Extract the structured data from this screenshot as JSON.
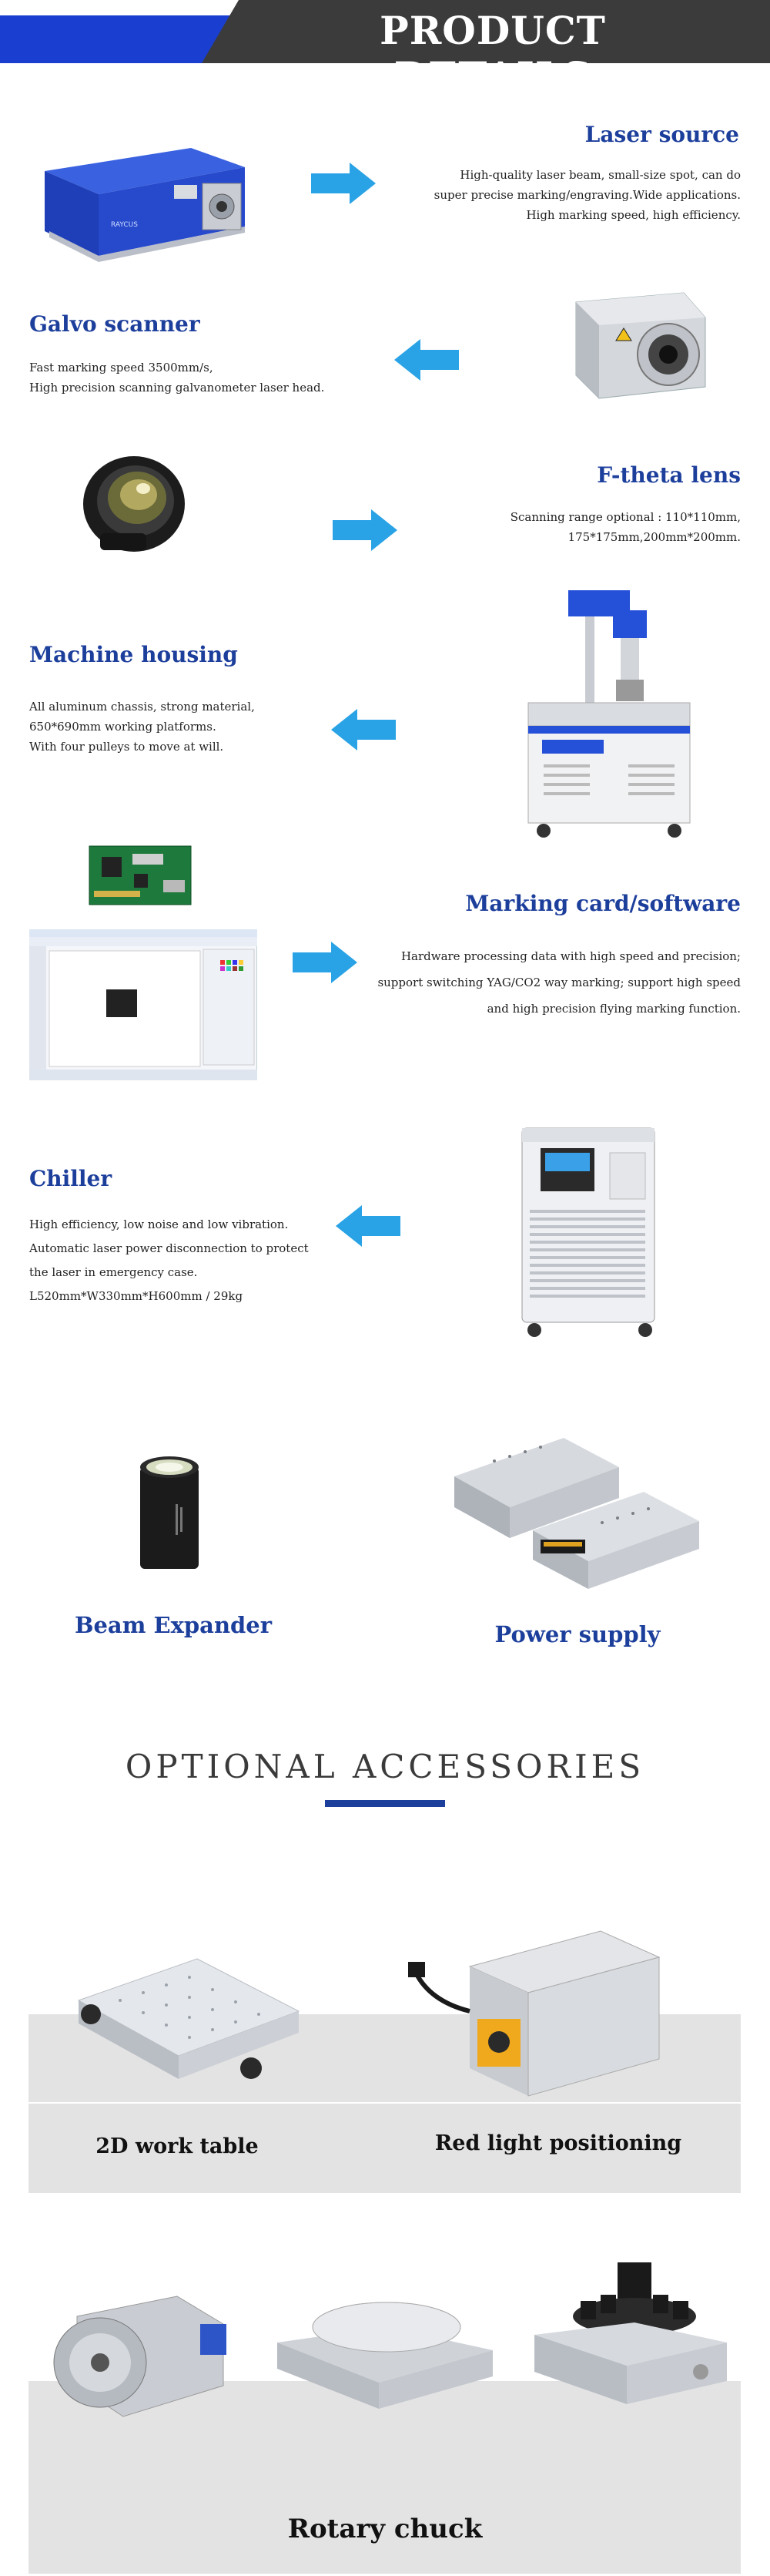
{
  "header": {
    "title": "PRODUCT DETAILS"
  },
  "sections": [
    {
      "title": "Laser source",
      "desc": [
        "High-quality laser beam, small-size spot, can do",
        "super precise marking/engraving.Wide applications.",
        "High marking speed, high efficiency."
      ]
    },
    {
      "title": "Galvo scanner",
      "desc": [
        "Fast marking speed 3500mm/s,",
        "High precision scanning galvanometer laser head."
      ]
    },
    {
      "title": "F-theta lens",
      "desc": [
        "Scanning range optional : 110*110mm,",
        "175*175mm,200mm*200mm."
      ]
    },
    {
      "title": "Machine housing",
      "desc": [
        "All aluminum chassis, strong material,",
        "650*690mm working platforms.",
        "With four pulleys to move at will."
      ]
    },
    {
      "title": "Marking card/software",
      "desc": [
        "Hardware processing data with high speed and precision;",
        "support switching YAG/CO2 way marking; support high speed",
        "and high precision flying marking function."
      ]
    },
    {
      "title": "Chiller",
      "desc": [
        "High efficiency, low noise and low vibration.",
        "Automatic laser power disconnection to protect",
        "the laser in emergency case.",
        "L520mm*W330mm*H600mm / 29kg"
      ]
    }
  ],
  "products": {
    "beam_expander": "Beam Expander",
    "power_supply": "Power supply"
  },
  "optional": {
    "title": "OPTIONAL ACCESSORIES",
    "items": [
      "2D work table",
      "Red light positioning",
      "Rotary chuck"
    ]
  },
  "colors": {
    "brand_blue": "#1a3fd0",
    "title_blue": "#1d3f9c",
    "arrow_blue": "#2aa3e6",
    "banner_dark": "#3b3b3b",
    "panel_gray": "#e3e3e3"
  }
}
